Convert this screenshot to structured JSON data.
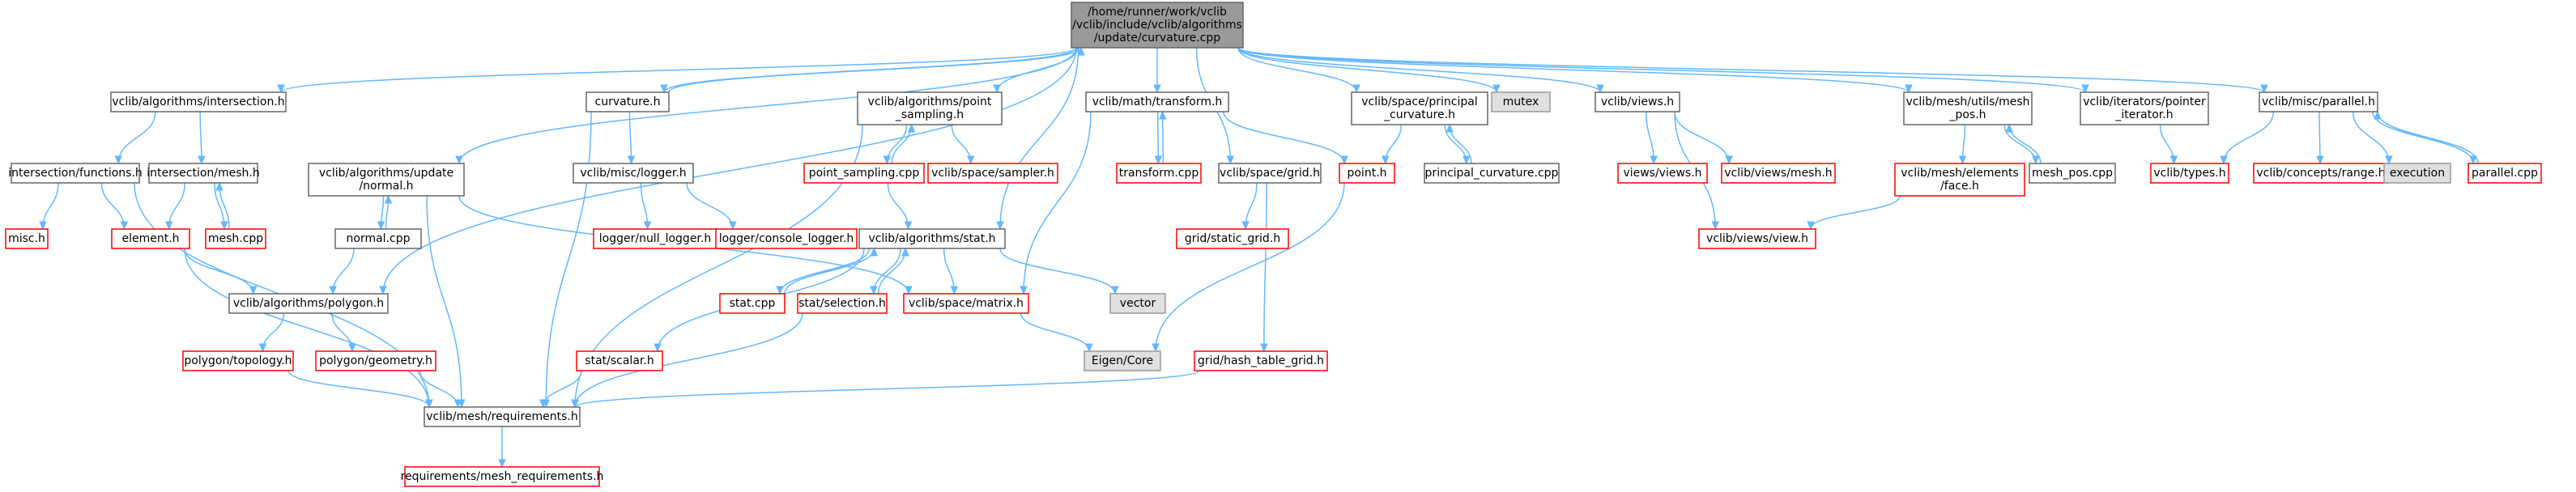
{
  "title": "",
  "colors": {
    "edge": "#63b8ff",
    "root_fill": "#999999",
    "root_border": "#666666",
    "documented_border": "#666666",
    "undocumented_border": "#ff0000",
    "system_fill": "#e0e0e0",
    "system_border": "#999999"
  },
  "nodes": [
    {
      "id": "root",
      "style": "root",
      "lines": [
        "/home/runner/work/vclib",
        "/vclib/include/vclib/algorithms",
        "/update/curvature.cpp"
      ]
    },
    {
      "id": "intersection_h",
      "style": "doc",
      "lines": [
        "vclib/algorithms/intersection.h"
      ]
    },
    {
      "id": "intersection_functions",
      "style": "doc",
      "lines": [
        "intersection/functions.h"
      ]
    },
    {
      "id": "intersection_mesh",
      "style": "doc",
      "lines": [
        "intersection/mesh.h"
      ]
    },
    {
      "id": "misc_h",
      "style": "red",
      "lines": [
        "misc.h"
      ]
    },
    {
      "id": "element_h",
      "style": "red",
      "lines": [
        "element.h"
      ]
    },
    {
      "id": "mesh_cpp",
      "style": "red",
      "lines": [
        "mesh.cpp"
      ]
    },
    {
      "id": "update_normal",
      "style": "doc",
      "lines": [
        "vclib/algorithms/update",
        "/normal.h"
      ]
    },
    {
      "id": "normal_cpp",
      "style": "doc",
      "lines": [
        "normal.cpp"
      ]
    },
    {
      "id": "polygon_h",
      "style": "doc",
      "lines": [
        "vclib/algorithms/polygon.h"
      ]
    },
    {
      "id": "polygon_topology",
      "style": "red",
      "lines": [
        "polygon/topology.h"
      ]
    },
    {
      "id": "polygon_geometry",
      "style": "red",
      "lines": [
        "polygon/geometry.h"
      ]
    },
    {
      "id": "mesh_requirements",
      "style": "doc",
      "lines": [
        "vclib/mesh/requirements.h"
      ]
    },
    {
      "id": "requirements_mesh",
      "style": "red",
      "lines": [
        "requirements/mesh_requirements.h"
      ]
    },
    {
      "id": "curvature_h",
      "style": "doc",
      "lines": [
        "curvature.h"
      ]
    },
    {
      "id": "misc_logger",
      "style": "doc",
      "lines": [
        "vclib/misc/logger.h"
      ]
    },
    {
      "id": "null_logger",
      "style": "red",
      "lines": [
        "logger/null_logger.h"
      ]
    },
    {
      "id": "console_logger",
      "style": "red",
      "lines": [
        "logger/console_logger.h"
      ]
    },
    {
      "id": "point_sampling_h",
      "style": "doc",
      "lines": [
        "vclib/algorithms/point",
        "_sampling.h"
      ]
    },
    {
      "id": "point_sampling_cpp",
      "style": "red",
      "lines": [
        "point_sampling.cpp"
      ]
    },
    {
      "id": "space_sampler",
      "style": "red",
      "lines": [
        "vclib/space/sampler.h"
      ]
    },
    {
      "id": "stat_h",
      "style": "doc",
      "lines": [
        "vclib/algorithms/stat.h"
      ]
    },
    {
      "id": "stat_cpp",
      "style": "red",
      "lines": [
        "stat.cpp"
      ]
    },
    {
      "id": "stat_selection",
      "style": "red",
      "lines": [
        "stat/selection.h"
      ]
    },
    {
      "id": "stat_scalar",
      "style": "red",
      "lines": [
        "stat/scalar.h"
      ]
    },
    {
      "id": "space_matrix",
      "style": "red",
      "lines": [
        "vclib/space/matrix.h"
      ]
    },
    {
      "id": "vector",
      "style": "sys",
      "lines": [
        "vector"
      ]
    },
    {
      "id": "eigen_core",
      "style": "sys",
      "lines": [
        "Eigen/Core"
      ]
    },
    {
      "id": "math_transform",
      "style": "doc",
      "lines": [
        "vclib/math/transform.h"
      ]
    },
    {
      "id": "transform_cpp",
      "style": "red",
      "lines": [
        "transform.cpp"
      ]
    },
    {
      "id": "space_grid",
      "style": "doc",
      "lines": [
        "vclib/space/grid.h"
      ]
    },
    {
      "id": "grid_static",
      "style": "red",
      "lines": [
        "grid/static_grid.h"
      ]
    },
    {
      "id": "grid_hash",
      "style": "red",
      "lines": [
        "grid/hash_table_grid.h"
      ]
    },
    {
      "id": "principal_curvature_h",
      "style": "doc",
      "lines": [
        "vclib/space/principal",
        "_curvature.h"
      ]
    },
    {
      "id": "point_h",
      "style": "red",
      "lines": [
        "point.h"
      ]
    },
    {
      "id": "principal_curvature_cpp",
      "style": "doc",
      "lines": [
        "principal_curvature.cpp"
      ]
    },
    {
      "id": "mutex",
      "style": "sys",
      "lines": [
        "mutex"
      ]
    },
    {
      "id": "views_h",
      "style": "doc",
      "lines": [
        "vclib/views.h"
      ]
    },
    {
      "id": "views_views",
      "style": "red",
      "lines": [
        "views/views.h"
      ]
    },
    {
      "id": "views_mesh",
      "style": "red",
      "lines": [
        "vclib/views/mesh.h"
      ]
    },
    {
      "id": "views_view",
      "style": "red",
      "lines": [
        "vclib/views/view.h"
      ]
    },
    {
      "id": "mesh_pos_h",
      "style": "doc",
      "lines": [
        "vclib/mesh/utils/mesh",
        "_pos.h"
      ]
    },
    {
      "id": "elements_face",
      "style": "red",
      "lines": [
        "vclib/mesh/elements",
        "/face.h"
      ]
    },
    {
      "id": "mesh_pos_cpp",
      "style": "doc",
      "lines": [
        "mesh_pos.cpp"
      ]
    },
    {
      "id": "iterators_pointer",
      "style": "doc",
      "lines": [
        "vclib/iterators/pointer",
        "_iterator.h"
      ]
    },
    {
      "id": "misc_parallel",
      "style": "doc",
      "lines": [
        "vclib/misc/parallel.h"
      ]
    },
    {
      "id": "types_h",
      "style": "red",
      "lines": [
        "vclib/types.h"
      ]
    },
    {
      "id": "concepts_range",
      "style": "red",
      "lines": [
        "vclib/concepts/range.h"
      ]
    },
    {
      "id": "execution",
      "style": "sys",
      "lines": [
        "execution"
      ]
    },
    {
      "id": "parallel_cpp",
      "style": "red",
      "lines": [
        "parallel.cpp"
      ]
    }
  ],
  "edges": [
    [
      "root",
      "intersection_h"
    ],
    [
      "root",
      "update_normal"
    ],
    [
      "root",
      "polygon_h"
    ],
    [
      "root",
      "curvature_h"
    ],
    [
      "root",
      "point_sampling_h"
    ],
    [
      "root",
      "stat_h"
    ],
    [
      "root",
      "math_transform"
    ],
    [
      "root",
      "space_grid"
    ],
    [
      "root",
      "principal_curvature_h"
    ],
    [
      "root",
      "mutex"
    ],
    [
      "root",
      "views_h"
    ],
    [
      "root",
      "mesh_pos_h"
    ],
    [
      "root",
      "iterators_pointer"
    ],
    [
      "root",
      "misc_parallel"
    ],
    [
      "intersection_h",
      "intersection_functions"
    ],
    [
      "intersection_h",
      "intersection_mesh"
    ],
    [
      "intersection_functions",
      "misc_h"
    ],
    [
      "intersection_functions",
      "element_h"
    ],
    [
      "intersection_functions",
      "mesh_requirements"
    ],
    [
      "intersection_mesh",
      "element_h"
    ],
    [
      "intersection_mesh",
      "mesh_cpp"
    ],
    [
      "mesh_cpp",
      "intersection_mesh"
    ],
    [
      "element_h",
      "polygon_h"
    ],
    [
      "element_h",
      "mesh_requirements"
    ],
    [
      "update_normal",
      "normal_cpp"
    ],
    [
      "normal_cpp",
      "update_normal"
    ],
    [
      "normal_cpp",
      "polygon_h"
    ],
    [
      "update_normal",
      "mesh_requirements"
    ],
    [
      "update_normal",
      "space_matrix"
    ],
    [
      "polygon_h",
      "polygon_topology"
    ],
    [
      "polygon_h",
      "polygon_geometry"
    ],
    [
      "polygon_topology",
      "mesh_requirements"
    ],
    [
      "polygon_geometry",
      "mesh_requirements"
    ],
    [
      "mesh_requirements",
      "requirements_mesh"
    ],
    [
      "curvature_h",
      "root"
    ],
    [
      "curvature_h",
      "misc_logger"
    ],
    [
      "curvature_h",
      "mesh_requirements"
    ],
    [
      "misc_logger",
      "null_logger"
    ],
    [
      "misc_logger",
      "console_logger"
    ],
    [
      "point_sampling_h",
      "point_sampling_cpp"
    ],
    [
      "point_sampling_cpp",
      "point_sampling_h"
    ],
    [
      "point_sampling_h",
      "space_sampler"
    ],
    [
      "point_sampling_h",
      "mesh_requirements"
    ],
    [
      "point_sampling_cpp",
      "stat_h"
    ],
    [
      "stat_h",
      "stat_cpp"
    ],
    [
      "stat_cpp",
      "stat_h"
    ],
    [
      "stat_h",
      "stat_selection"
    ],
    [
      "stat_selection",
      "stat_h"
    ],
    [
      "stat_h",
      "stat_scalar"
    ],
    [
      "stat_h",
      "space_matrix"
    ],
    [
      "stat_h",
      "vector"
    ],
    [
      "stat_selection",
      "mesh_requirements"
    ],
    [
      "stat_scalar",
      "mesh_requirements"
    ],
    [
      "space_matrix",
      "eigen_core"
    ],
    [
      "math_transform",
      "transform_cpp"
    ],
    [
      "transform_cpp",
      "math_transform"
    ],
    [
      "math_transform",
      "space_matrix"
    ],
    [
      "math_transform",
      "point_h"
    ],
    [
      "space_grid",
      "grid_static"
    ],
    [
      "space_grid",
      "grid_hash"
    ],
    [
      "grid_hash",
      "mesh_requirements"
    ],
    [
      "principal_curvature_h",
      "point_h"
    ],
    [
      "principal_curvature_h",
      "principal_curvature_cpp"
    ],
    [
      "principal_curvature_cpp",
      "principal_curvature_h"
    ],
    [
      "point_h",
      "eigen_core"
    ],
    [
      "views_h",
      "views_views"
    ],
    [
      "views_h",
      "views_mesh"
    ],
    [
      "views_h",
      "views_view"
    ],
    [
      "mesh_pos_h",
      "elements_face"
    ],
    [
      "mesh_pos_h",
      "mesh_pos_cpp"
    ],
    [
      "mesh_pos_cpp",
      "mesh_pos_h"
    ],
    [
      "elements_face",
      "views_view"
    ],
    [
      "iterators_pointer",
      "types_h"
    ],
    [
      "misc_parallel",
      "types_h"
    ],
    [
      "misc_parallel",
      "concepts_range"
    ],
    [
      "misc_parallel",
      "execution"
    ],
    [
      "misc_parallel",
      "parallel_cpp"
    ],
    [
      "parallel_cpp",
      "misc_parallel"
    ]
  ]
}
